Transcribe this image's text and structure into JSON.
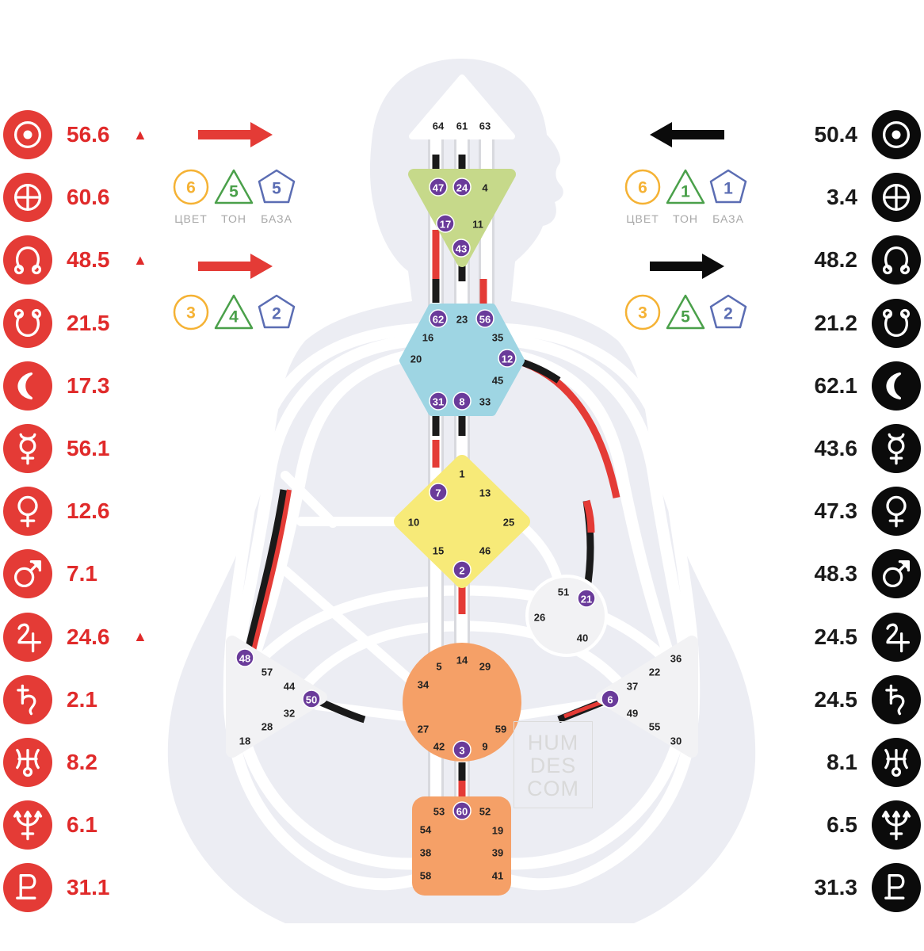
{
  "personality": [
    {
      "planet": "sun",
      "value": "56.6",
      "marker": "▲"
    },
    {
      "planet": "earth",
      "value": "60.6",
      "marker": ""
    },
    {
      "planet": "north-node",
      "value": "48.5",
      "marker": "▲"
    },
    {
      "planet": "south-node",
      "value": "21.5",
      "marker": ""
    },
    {
      "planet": "moon",
      "value": "17.3",
      "marker": ""
    },
    {
      "planet": "mercury",
      "value": "56.1",
      "marker": ""
    },
    {
      "planet": "venus",
      "value": "12.6",
      "marker": ""
    },
    {
      "planet": "mars",
      "value": "7.1",
      "marker": ""
    },
    {
      "planet": "jupiter",
      "value": "24.6",
      "marker": "▲"
    },
    {
      "planet": "saturn",
      "value": "2.1",
      "marker": ""
    },
    {
      "planet": "uranus",
      "value": "8.2",
      "marker": ""
    },
    {
      "planet": "neptune",
      "value": "6.1",
      "marker": ""
    },
    {
      "planet": "pluto",
      "value": "31.1",
      "marker": ""
    }
  ],
  "design": [
    {
      "planet": "sun",
      "value": "50.4"
    },
    {
      "planet": "earth",
      "value": "3.4"
    },
    {
      "planet": "north-node",
      "value": "48.2"
    },
    {
      "planet": "south-node",
      "value": "21.2"
    },
    {
      "planet": "moon",
      "value": "62.1"
    },
    {
      "planet": "mercury",
      "value": "43.6"
    },
    {
      "planet": "venus",
      "value": "47.3"
    },
    {
      "planet": "mars",
      "value": "48.3"
    },
    {
      "planet": "jupiter",
      "value": "24.5"
    },
    {
      "planet": "saturn",
      "value": "24.5"
    },
    {
      "planet": "uranus",
      "value": "8.1"
    },
    {
      "planet": "neptune",
      "value": "6.5"
    },
    {
      "planet": "pluto",
      "value": "31.3"
    }
  ],
  "variables": {
    "labels": {
      "color": "ЦВЕТ",
      "tone": "ТОН",
      "base": "БАЗА"
    },
    "personality_top": {
      "color": "6",
      "tone": "5",
      "base": "5",
      "arrow": "right"
    },
    "personality_bottom": {
      "color": "3",
      "tone": "4",
      "base": "2",
      "arrow": "right"
    },
    "design_top": {
      "color": "6",
      "tone": "1",
      "base": "1",
      "arrow": "left"
    },
    "design_bottom": {
      "color": "3",
      "tone": "5",
      "base": "2",
      "arrow": "right"
    }
  },
  "centers": {
    "head": {
      "color": "#ffffff",
      "gates": [
        "64",
        "61",
        "63"
      ]
    },
    "ajna": {
      "color": "#c6d98a",
      "gates": [
        "47",
        "24",
        "4",
        "17",
        "11",
        "43"
      ]
    },
    "throat": {
      "color": "#9ed5e3",
      "gates": [
        "62",
        "23",
        "56",
        "16",
        "35",
        "20",
        "12",
        "45",
        "31",
        "8",
        "33"
      ]
    },
    "g": {
      "color": "#f7ea78",
      "gates": [
        "1",
        "7",
        "13",
        "10",
        "25",
        "15",
        "46",
        "2"
      ]
    },
    "ego": {
      "color": "#f2f2f4",
      "gates": [
        "51",
        "21",
        "26",
        "40"
      ]
    },
    "spleen": {
      "color": "#f2f2f4",
      "gates": [
        "48",
        "57",
        "44",
        "50",
        "32",
        "28",
        "18"
      ]
    },
    "solar-plexus": {
      "color": "#f2f2f4",
      "gates": [
        "36",
        "22",
        "37",
        "6",
        "49",
        "55",
        "30"
      ]
    },
    "sacral": {
      "color": "#f5a067",
      "gates": [
        "5",
        "14",
        "29",
        "34",
        "27",
        "59",
        "42",
        "3",
        "9"
      ]
    },
    "root": {
      "color": "#f5a067",
      "gates": [
        "53",
        "60",
        "52",
        "54",
        "19",
        "38",
        "39",
        "58",
        "41"
      ]
    }
  },
  "activated_gates": [
    "47",
    "24",
    "17",
    "43",
    "62",
    "56",
    "12",
    "31",
    "8",
    "7",
    "2",
    "21",
    "48",
    "50",
    "6",
    "3",
    "60"
  ],
  "colors": {
    "personality": "#e43b36",
    "design": "#1a1a1a",
    "gate_active": "#6a3b9a",
    "silhouette": "#ecedf3",
    "channel": "#ffffff"
  },
  "watermark": [
    "HUM",
    "DES",
    "COM"
  ]
}
